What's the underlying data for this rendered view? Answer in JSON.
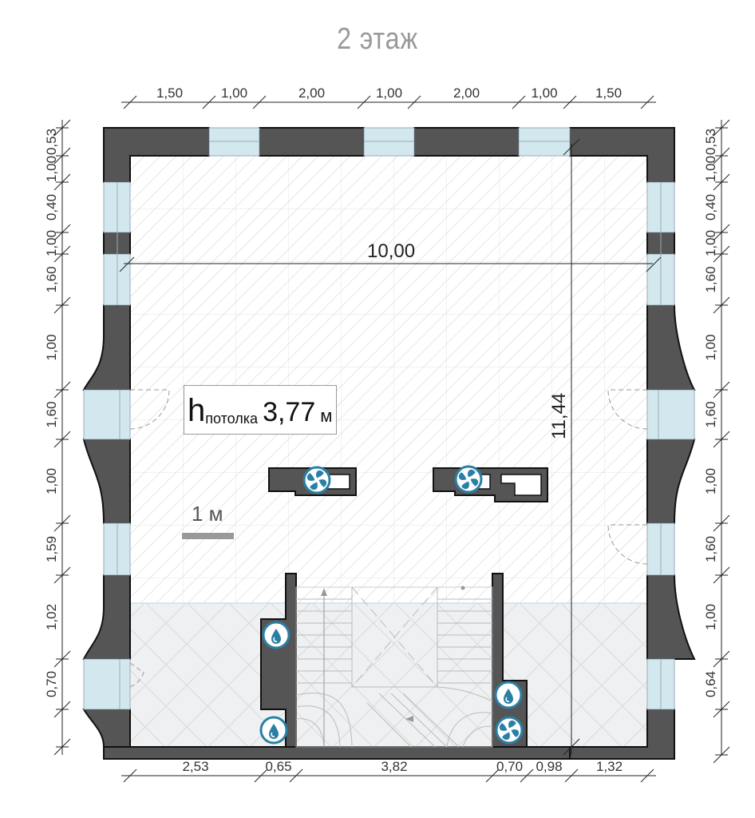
{
  "title": "2 этаж",
  "dims": {
    "top": [
      "1,50",
      "1,00",
      "2,00",
      "1,00",
      "2,00",
      "1,00",
      "1,50"
    ],
    "bottom": [
      "2,53",
      "0,65",
      "3,82",
      "0,70",
      "0,98",
      "1,32"
    ],
    "left": [
      "0,53",
      "1,00",
      "0,40",
      "1,00",
      "1,60",
      "1,00",
      "1,60",
      "1,00",
      "1,59",
      "1,02",
      "0,70"
    ],
    "right": [
      "0,53",
      "1,00",
      "0,40",
      "1,00",
      "1,60",
      "1,00",
      "1,60",
      "1,00",
      "1,60",
      "1,00",
      "0,64"
    ],
    "width": "10,00",
    "height": "11,44"
  },
  "ceiling": {
    "h": "h",
    "label": "потолка",
    "value": "3,77",
    "unit": "м"
  },
  "scale": {
    "label": "1 м"
  },
  "colors": {
    "wall": "#555555",
    "window": "#d3e8ee",
    "icon": "#2a7fa5",
    "hatch": "#c8c8c8",
    "wet_zone": "#eef0f2"
  },
  "icons": [
    "fan-icon",
    "fan-icon",
    "water-drop-icon",
    "water-drop-icon",
    "water-drop-icon",
    "fan-icon"
  ]
}
